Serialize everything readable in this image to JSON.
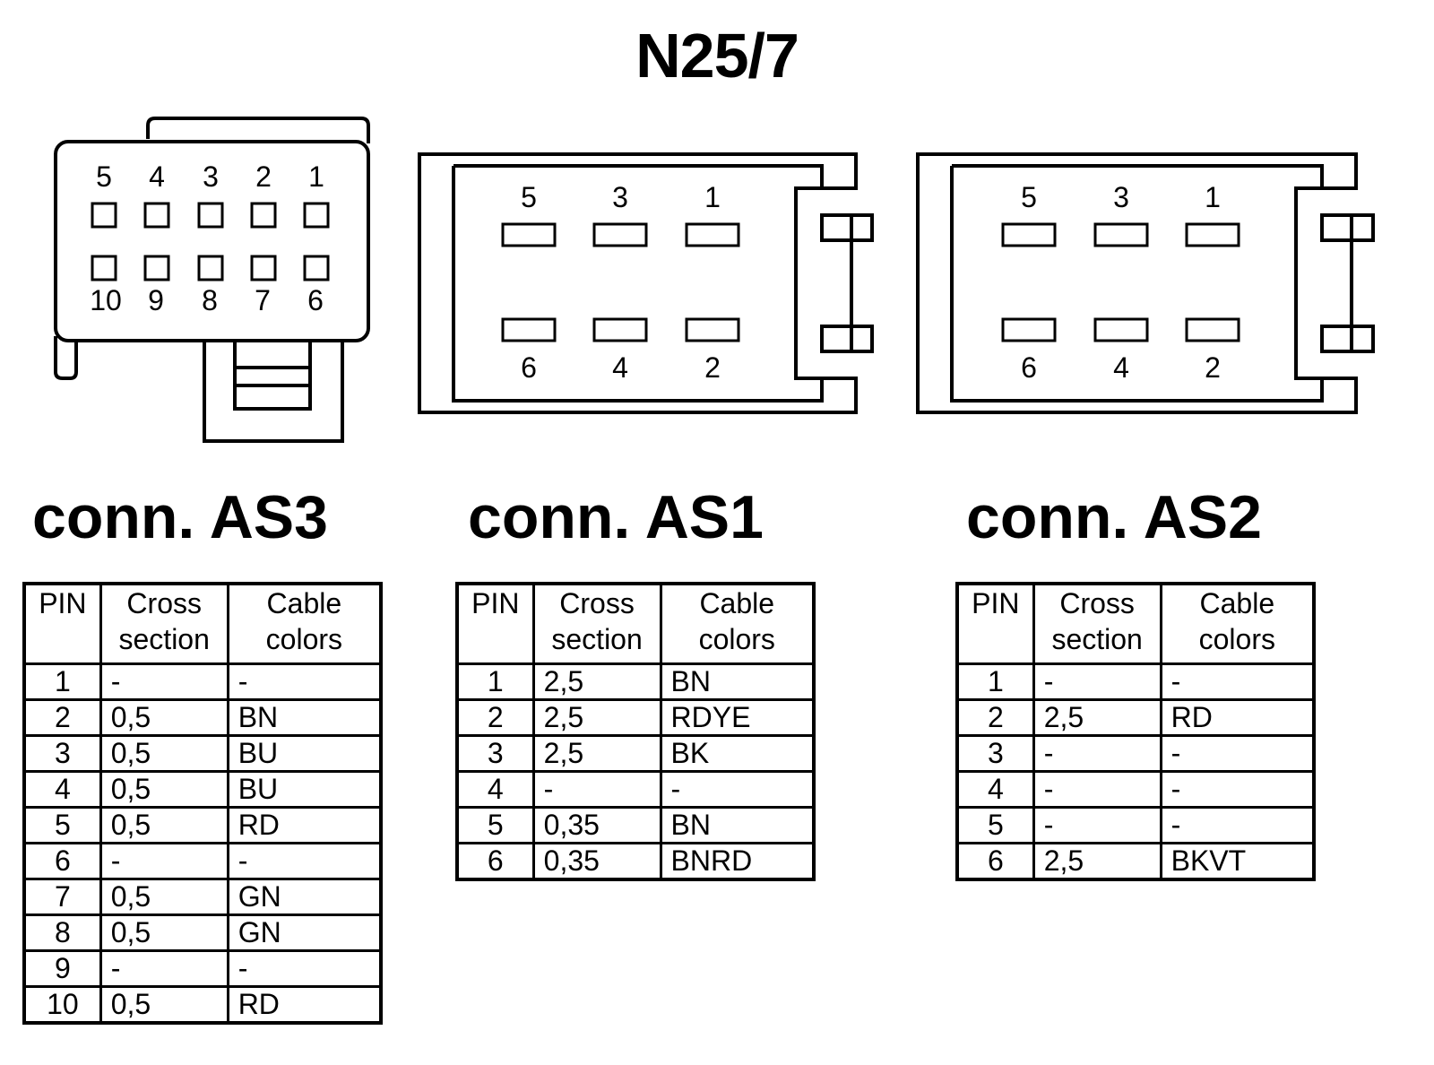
{
  "title": "N25/7",
  "headers": {
    "pin": "PIN",
    "cross_1": "Cross",
    "cross_2": "section",
    "colors_1": "Cable",
    "colors_2": "colors"
  },
  "connectors": [
    {
      "label": "conn. AS3",
      "pin_labels_top": [
        "5",
        "4",
        "3",
        "2",
        "1"
      ],
      "pin_labels_bottom": [
        "10",
        "9",
        "8",
        "7",
        "6"
      ],
      "rows": [
        {
          "pin": "1",
          "cross": "-",
          "color": "-"
        },
        {
          "pin": "2",
          "cross": "0,5",
          "color": "BN"
        },
        {
          "pin": "3",
          "cross": "0,5",
          "color": "BU"
        },
        {
          "pin": "4",
          "cross": "0,5",
          "color": "BU"
        },
        {
          "pin": "5",
          "cross": "0,5",
          "color": "RD"
        },
        {
          "pin": "6",
          "cross": "-",
          "color": "-"
        },
        {
          "pin": "7",
          "cross": "0,5",
          "color": "GN"
        },
        {
          "pin": "8",
          "cross": "0,5",
          "color": "GN"
        },
        {
          "pin": "9",
          "cross": "-",
          "color": "-"
        },
        {
          "pin": "10",
          "cross": "0,5",
          "color": "RD"
        }
      ]
    },
    {
      "label": "conn. AS1",
      "pin_labels_top": [
        "5",
        "3",
        "1"
      ],
      "pin_labels_bottom": [
        "6",
        "4",
        "2"
      ],
      "rows": [
        {
          "pin": "1",
          "cross": "2,5",
          "color": "BN"
        },
        {
          "pin": "2",
          "cross": "2,5",
          "color": "RDYE"
        },
        {
          "pin": "3",
          "cross": "2,5",
          "color": "BK"
        },
        {
          "pin": "4",
          "cross": "-",
          "color": "-"
        },
        {
          "pin": "5",
          "cross": "0,35",
          "color": "BN"
        },
        {
          "pin": "6",
          "cross": "0,35",
          "color": "BNRD"
        }
      ]
    },
    {
      "label": "conn. AS2",
      "pin_labels_top": [
        "5",
        "3",
        "1"
      ],
      "pin_labels_bottom": [
        "6",
        "4",
        "2"
      ],
      "rows": [
        {
          "pin": "1",
          "cross": "-",
          "color": "-"
        },
        {
          "pin": "2",
          "cross": "2,5",
          "color": "RD"
        },
        {
          "pin": "3",
          "cross": "-",
          "color": "-"
        },
        {
          "pin": "4",
          "cross": "-",
          "color": "-"
        },
        {
          "pin": "5",
          "cross": "-",
          "color": "-"
        },
        {
          "pin": "6",
          "cross": "2,5",
          "color": "BKVT"
        }
      ]
    }
  ]
}
